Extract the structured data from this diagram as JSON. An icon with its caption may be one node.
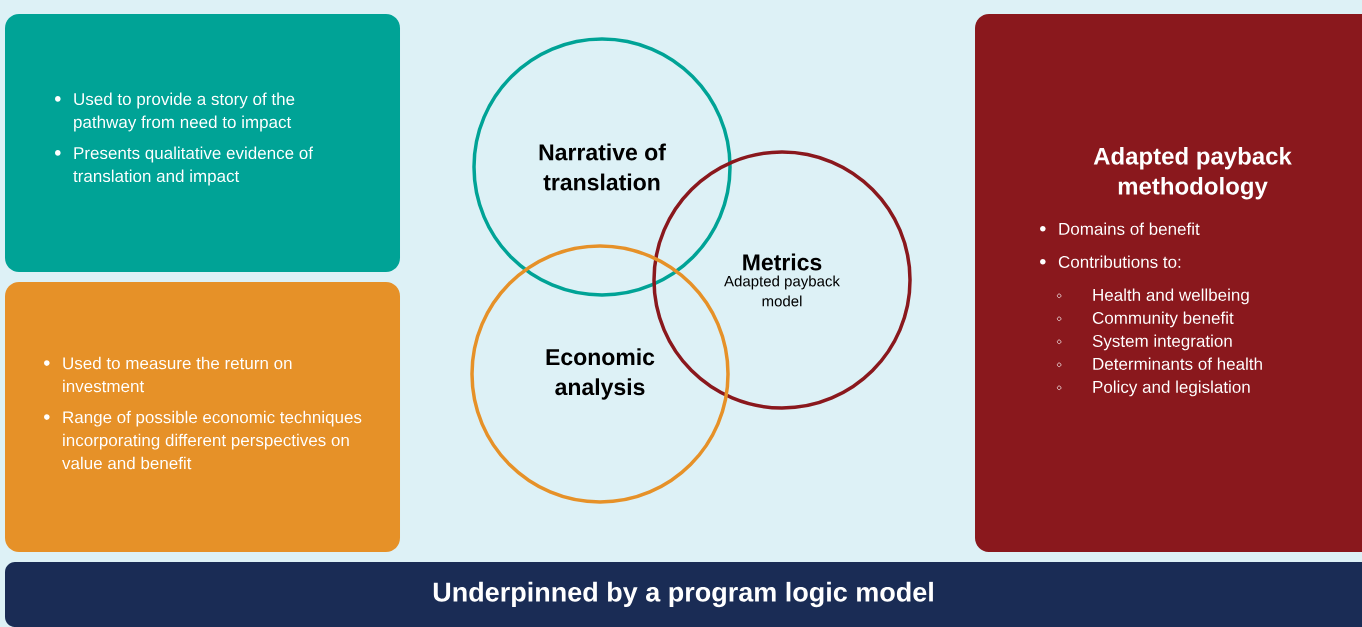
{
  "diagram": {
    "nodes": [
      {
        "text": [
          "Used to provide a story of the pathway from need to impact",
          "Presents qualitative evidence of translation and impact"
        ]
      },
      {
        "text": [
          "Used to measure the return on investment",
          "Range of possible economic techniques incorporating different perspectives on value and benefit"
        ]
      },
      {
        "text": [
          "Narrative of translation"
        ]
      },
      {
        "text": [
          "Metrics",
          "Adapted payback model"
        ]
      },
      {
        "text": [
          "Economic analysis"
        ]
      },
      {
        "text": [
          "Adapted payback methodology",
          "Domains of benefit",
          "Contributions to:",
          "Health and wellbeing",
          "Community benefit",
          "System integration",
          "Determinants of health",
          "Policy and legislation"
        ]
      },
      {
        "text": [
          "Underpinned by a program logic model"
        ]
      }
    ]
  }
}
